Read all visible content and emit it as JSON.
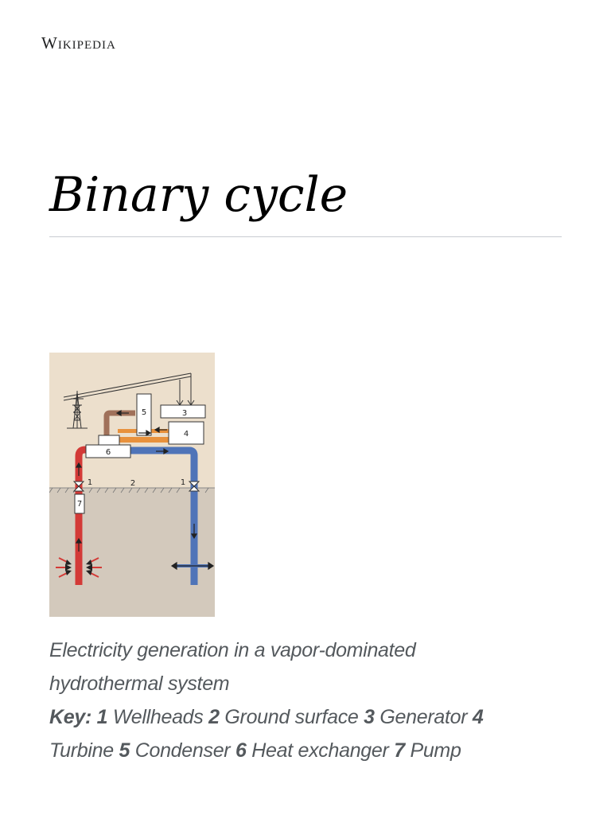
{
  "header": {
    "logo_text": "Wikipedia"
  },
  "page": {
    "title": "Binary cycle"
  },
  "figure": {
    "component_labels": {
      "wellhead_left": "1",
      "ground": "2",
      "wellhead_right": "1",
      "generator": "3",
      "turbine": "4",
      "condenser": "5",
      "heat_exchanger": "6",
      "pump": "7"
    },
    "colors": {
      "background_top": "#ecdfcc",
      "background_ground": "#d3c9bc",
      "hot_pipe": "#d33a37",
      "cold_pipe": "#4f74b8",
      "orange_pipe": "#e8913c",
      "brown_pipe": "#a0715a"
    }
  },
  "caption": {
    "line1": "Electricity generation in a vapor-dominated",
    "line2": "hydrothermal system",
    "key_label": "Key:",
    "items": [
      {
        "num": "1",
        "text": " Wellheads "
      },
      {
        "num": "2",
        "text": " Ground surface "
      },
      {
        "num": "3",
        "text": " Generator "
      },
      {
        "num": "4",
        "text": ""
      },
      {
        "num": "",
        "text": "Turbine "
      },
      {
        "num": "5",
        "text": " Condenser "
      },
      {
        "num": "6",
        "text": " Heat exchanger "
      },
      {
        "num": "7",
        "text": " Pump"
      }
    ]
  }
}
